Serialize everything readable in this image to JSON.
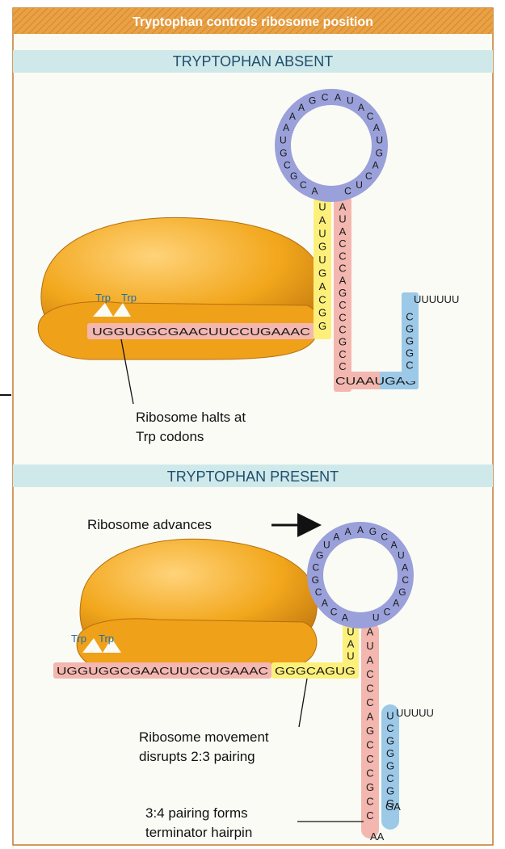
{
  "colors": {
    "banner": "#e8a144",
    "band": "#cfe9ea",
    "panel_border": "#c47a2c",
    "ribosome": "#f2a71c",
    "region1": "#f3b7b0",
    "region2": "#fcf07a",
    "region3": "#f3b7b0",
    "region4": "#9cc9e8",
    "loop": "#9aa0d9",
    "title_text": "#1f4e6e"
  },
  "banner_title": "Tryptophan controls ribosome position",
  "absent": {
    "title": "TRYPTOPHAN ABSENT",
    "trp_labels": [
      "Trp",
      "Trp"
    ],
    "leader_seq": "UGGUGGCGAACUUCCUGAAAC",
    "loop_seq": "ACGCGUAAAGCAUACAUGACUC",
    "stem2_seq": "UAUGUGACGG",
    "stem3_seq": "AUACCCAGCCCGCC",
    "bottom_seq": "CUAAUGAG",
    "stem4_seq": "CGGGC",
    "poly_u": "UUUUUU",
    "note": [
      "Ribosome halts at",
      "Trp codons"
    ]
  },
  "present": {
    "title": "TRYPTOPHAN PRESENT",
    "advance_label": "Ribosome advances",
    "trp_labels": [
      "Trp",
      "Trp"
    ],
    "leader_seq": "UGGUGGCGAACUUCCUGAAAC",
    "region2_seq": "GGGCAGUG",
    "loop_seq": "ACACGCGUAAAGCAUACGACU",
    "stem2_up": "UAU",
    "stem3_seq": "AUACCCAGCCCGCC",
    "stem4_seq": "UCGGGCGG",
    "hairpin_tip": "AA",
    "hairpin_ga": "GA",
    "poly_u": "UUUUU",
    "note1": [
      "Ribosome movement",
      "disrupts 2:3 pairing"
    ],
    "note2": [
      "3:4 pairing forms",
      "terminator hairpin"
    ]
  }
}
